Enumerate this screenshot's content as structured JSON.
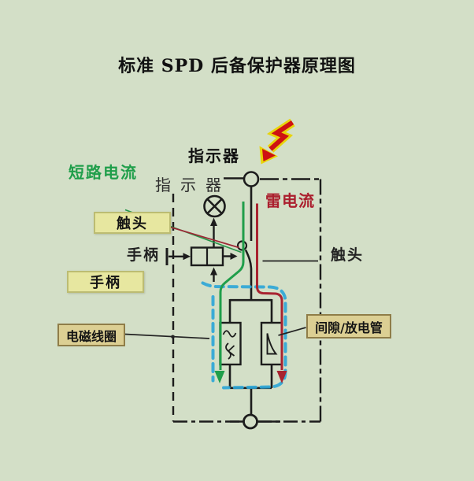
{
  "title": "标准 SPD 后备保护器原理图",
  "labels": {
    "short_circuit_current": "短路电流",
    "indicator_outer": "指示器",
    "indicator_inner": "指示器",
    "lightning_current": "雷电流",
    "contact_callout": "触头",
    "handle_inline": "手柄",
    "handle_callout": "手柄",
    "coil_callout": "电磁线圈",
    "gap_tube_callout": "间隙/放电管",
    "contact_right": "触头"
  },
  "icons": {
    "lightning_bolt": "⚡ red zigzag arrow with yellow outline",
    "indicator_lamp": "⊗ circle with X (lamp symbol)",
    "top_terminal": "○ hollow terminal node",
    "bottom_terminal": "○ hollow terminal node",
    "surge_impulse": "impulse-wave triangle symbol",
    "coil_release": "sine + release hook symbol"
  },
  "colors": {
    "background": "#d3dfc7",
    "circuit_black": "#1c1c1c",
    "short_circuit_green": "#1f9e4a",
    "lightning_red": "#ab1f2e",
    "current_loop_cyan": "#2ba6d8",
    "callout_yellow": "#e7e7a0",
    "callout_tan": "#dccf93",
    "bolt_red": "#ce1212",
    "bolt_yellow": "#e8d40a"
  }
}
